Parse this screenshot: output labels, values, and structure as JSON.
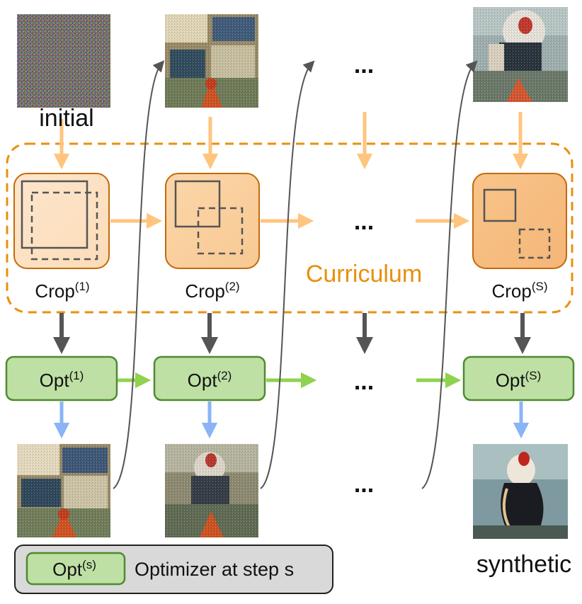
{
  "labels": {
    "initial": "initial",
    "synthetic": "synthetic",
    "curriculum": "Curriculum",
    "ellipsis": "..."
  },
  "crops": [
    {
      "base": "Crop",
      "sup": "(1)"
    },
    {
      "base": "Crop",
      "sup": "(2)"
    },
    {
      "base": "Crop",
      "sup": "(S)"
    }
  ],
  "opts": [
    {
      "base": "Opt",
      "sup": "(1)"
    },
    {
      "base": "Opt",
      "sup": "(2)"
    },
    {
      "base": "Opt",
      "sup": "(S)"
    }
  ],
  "legend": {
    "opt_base": "Opt",
    "opt_sup": "(s)",
    "text": "Optimizer at step s"
  },
  "colors": {
    "curriculum": "#e8900c",
    "crop_arrow": "#ffc57f",
    "down_arrow": "#555555",
    "opt_arrow": "#8fd24f",
    "out_arrow": "#8ab4f5",
    "opt_fill": "#bfe0a5",
    "opt_stroke": "#4e8a30",
    "legend_fill": "#d9d9d9"
  }
}
